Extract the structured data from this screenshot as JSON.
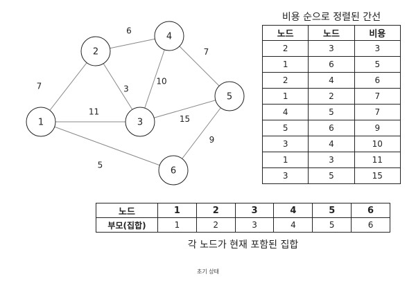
{
  "graph": {
    "nodes": [
      {
        "id": "1",
        "label": "1"
      },
      {
        "id": "2",
        "label": "2"
      },
      {
        "id": "3",
        "label": "3"
      },
      {
        "id": "4",
        "label": "4"
      },
      {
        "id": "5",
        "label": "5"
      },
      {
        "id": "6",
        "label": "6"
      }
    ],
    "edges": [
      {
        "from": "1",
        "to": "2",
        "weight": "7"
      },
      {
        "from": "2",
        "to": "4",
        "weight": "6"
      },
      {
        "from": "2",
        "to": "3",
        "weight": "3"
      },
      {
        "from": "1",
        "to": "3",
        "weight": "11"
      },
      {
        "from": "3",
        "to": "4",
        "weight": "10"
      },
      {
        "from": "4",
        "to": "5",
        "weight": "7"
      },
      {
        "from": "3",
        "to": "5",
        "weight": "15"
      },
      {
        "from": "5",
        "to": "6",
        "weight": "9"
      },
      {
        "from": "1",
        "to": "6",
        "weight": "5"
      }
    ]
  },
  "edge_table": {
    "title": "비용 순으로 정렬된 간선",
    "headers": [
      "노드",
      "노드",
      "비용"
    ],
    "rows": [
      [
        "2",
        "3",
        "3"
      ],
      [
        "1",
        "6",
        "5"
      ],
      [
        "2",
        "4",
        "6"
      ],
      [
        "1",
        "2",
        "7"
      ],
      [
        "4",
        "5",
        "7"
      ],
      [
        "5",
        "6",
        "9"
      ],
      [
        "3",
        "4",
        "10"
      ],
      [
        "1",
        "3",
        "11"
      ],
      [
        "3",
        "5",
        "15"
      ]
    ]
  },
  "parent_table": {
    "header_label": "노드",
    "nodes": [
      "1",
      "2",
      "3",
      "4",
      "5",
      "6"
    ],
    "row_label": "부모(집합)",
    "parents": [
      "1",
      "2",
      "3",
      "4",
      "5",
      "6"
    ],
    "caption": "각 노드가 현재 포함된 집합"
  },
  "footer": "초기 상태"
}
